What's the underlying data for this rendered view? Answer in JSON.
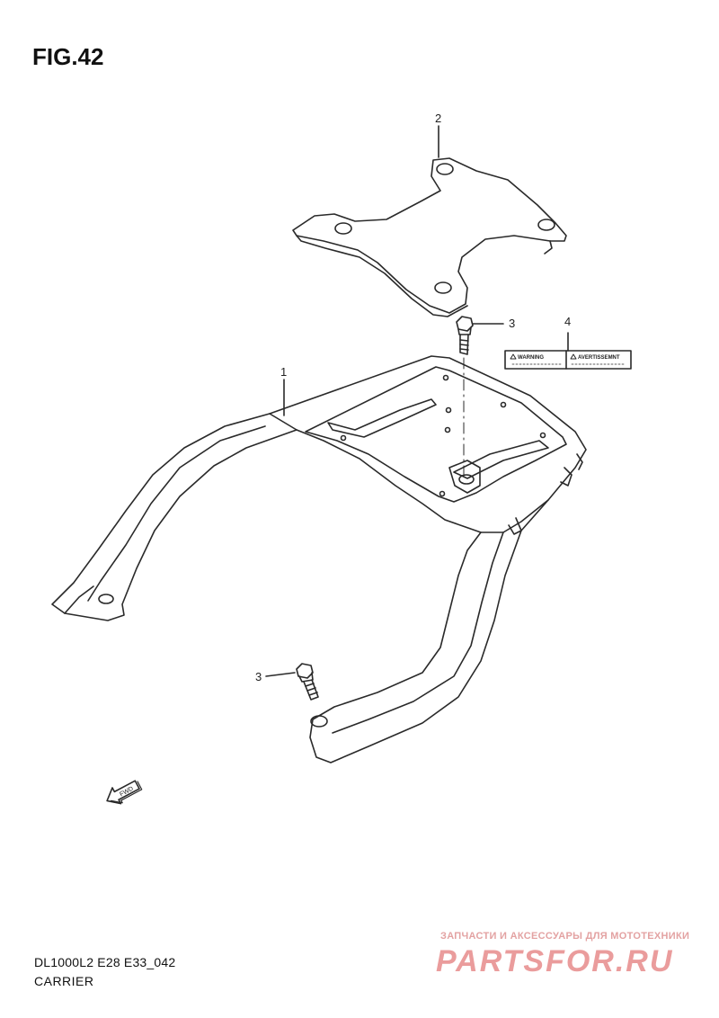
{
  "figure": {
    "title": "FIG.42",
    "model_code": "DL1000L2 E28 E33_042",
    "part_group": "CARRIER"
  },
  "callouts": {
    "carrier": "1",
    "plate": "2",
    "bolt_upper": "3",
    "bolt_lower": "3",
    "label": "4"
  },
  "warning_label": {
    "warning": "WARNING",
    "avertissement": "AVERTISSEMNT"
  },
  "direction_arrow": {
    "text": "FWD"
  },
  "watermark": {
    "tagline": "ЗАПЧАСТИ И АКСЕССУАРЫ ДЛЯ МОТОТЕХНИКИ",
    "brand": "PARTSFOR.RU"
  },
  "colors": {
    "line": "#2a2a2a",
    "watermark": "#e89a9a",
    "background": "#ffffff"
  }
}
